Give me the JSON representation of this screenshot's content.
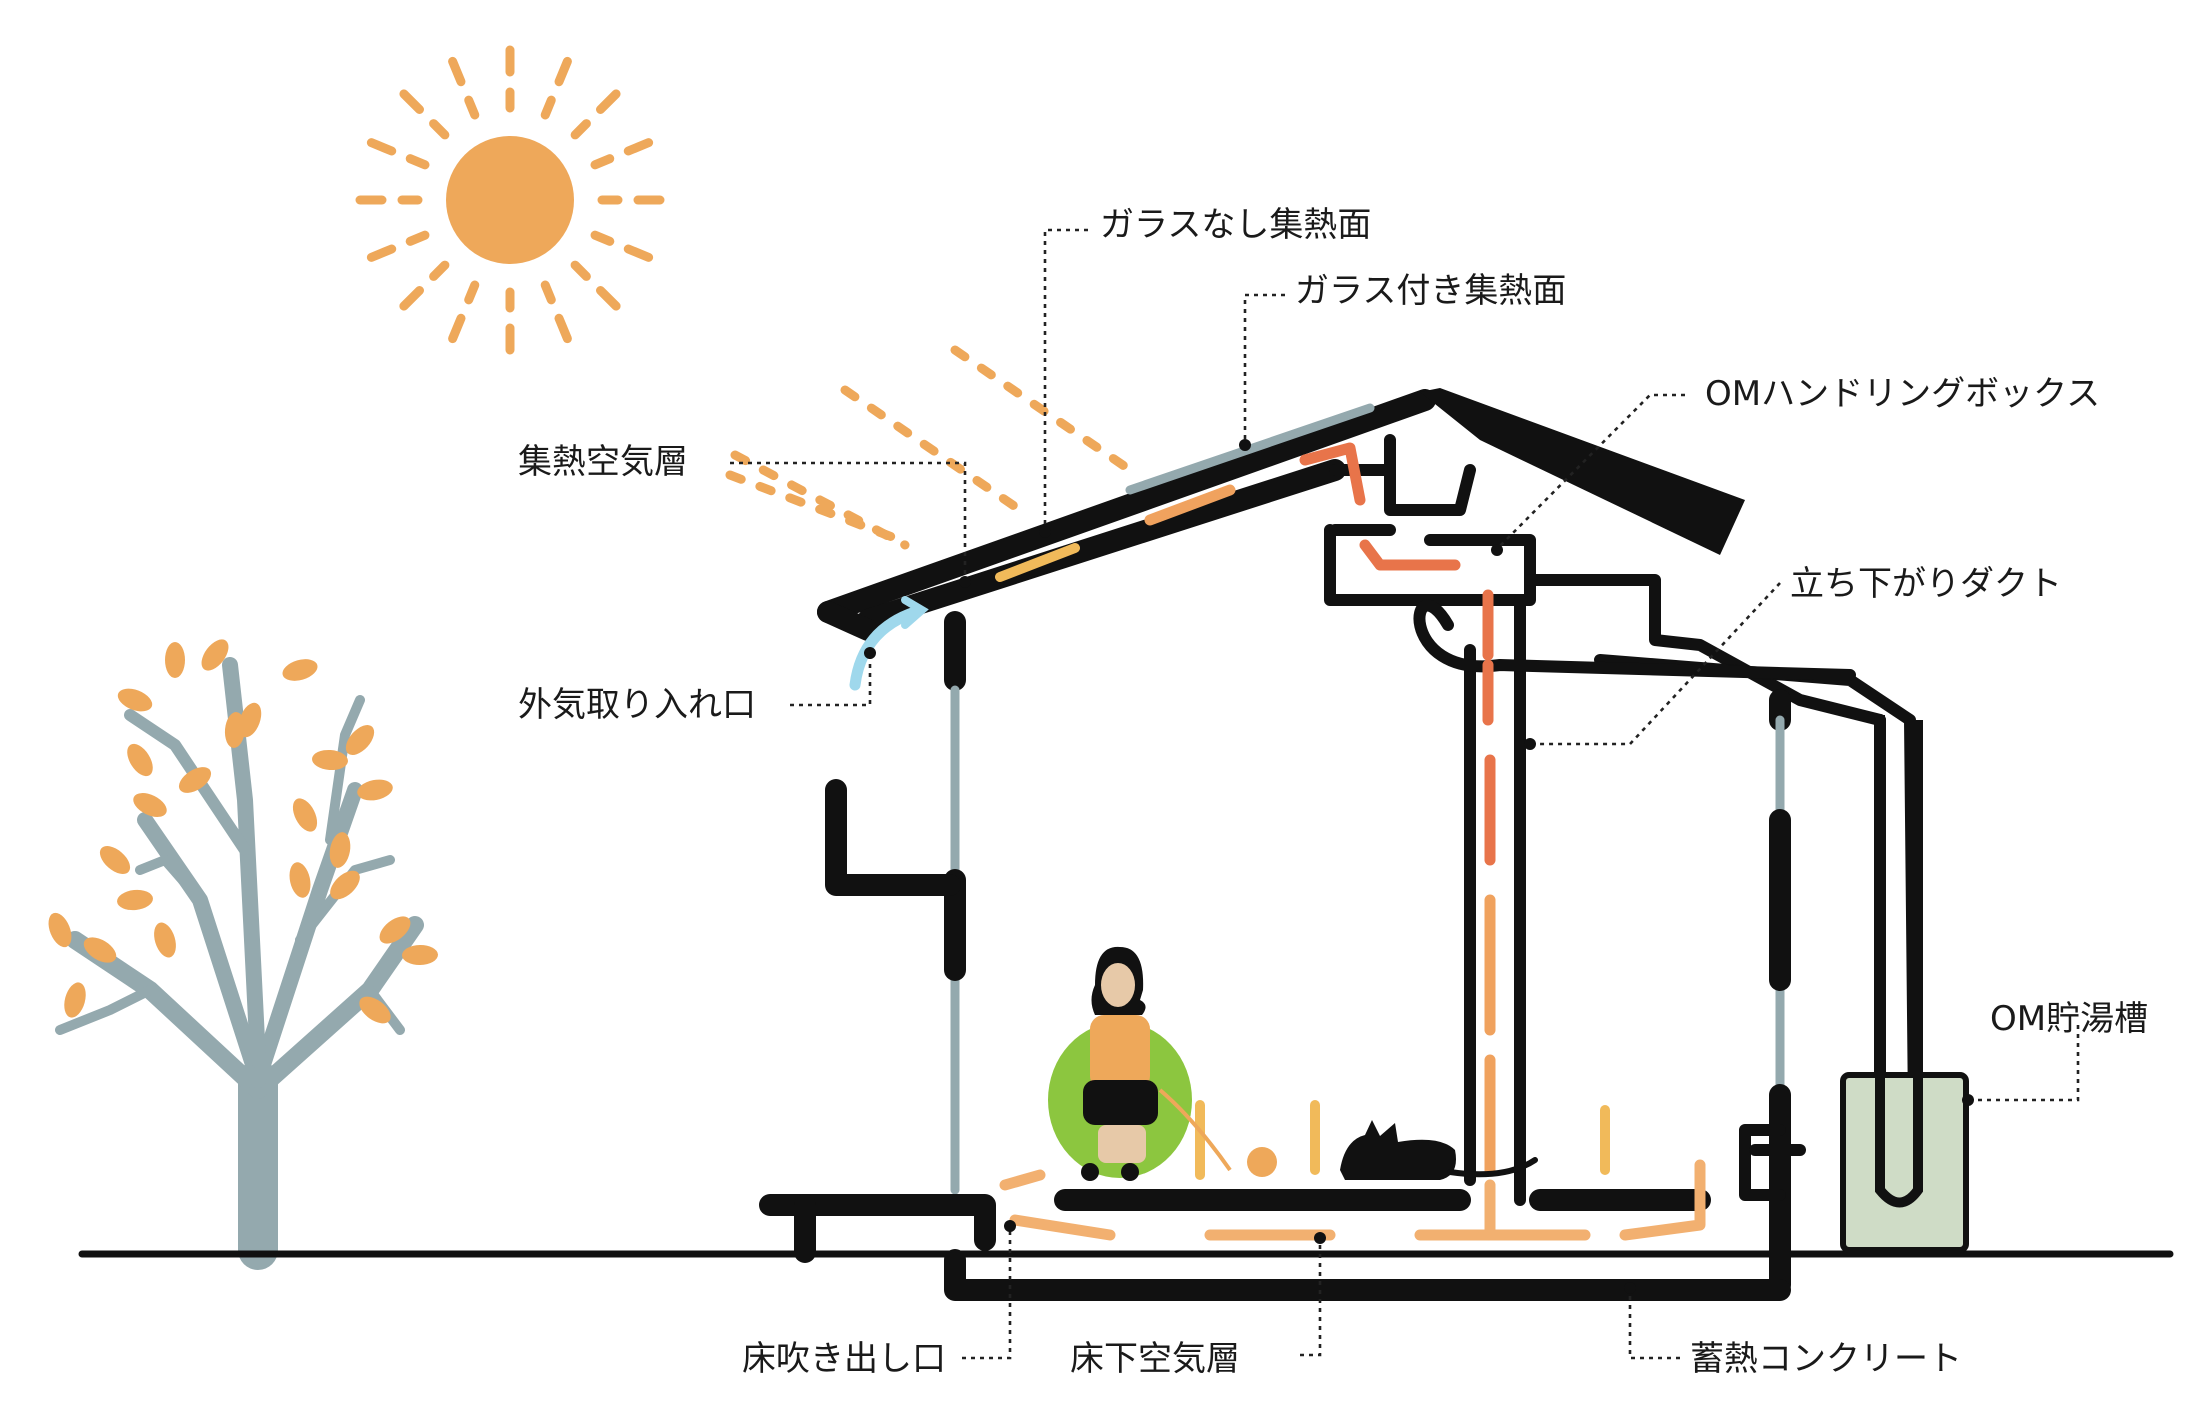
{
  "labels": {
    "unglazed_collector": "ガラスなし集熱面",
    "glazed_collector": "ガラス付き集熱面",
    "handling_box": "OMハンドリングボックス",
    "heat_air_layer": "集熱空気層",
    "downflow_duct": "立ち下がりダクト",
    "outside_air_intake": "外気取り入れ口",
    "hot_water_tank": "OM貯湯槽",
    "floor_outlet": "床吹き出し口",
    "underfloor_air_layer": "床下空気層",
    "thermal_concrete": "蓄熱コンクリート"
  },
  "colors": {
    "structure": "#111111",
    "sun": "#eea85a",
    "glass_wall": "#94a9ae",
    "tree_trunk": "#94a9ae",
    "leaves": "#eea85a",
    "hot_air": "#e8744a",
    "warm_air": "#f2b070",
    "outside_air": "#9fd8ec",
    "chair": "#8cc63f",
    "tank": "#cfdcc6"
  },
  "icons": {
    "sun": "sun-icon",
    "tree": "tree-icon",
    "person": "person-knitting-icon",
    "cat": "cat-icon"
  }
}
